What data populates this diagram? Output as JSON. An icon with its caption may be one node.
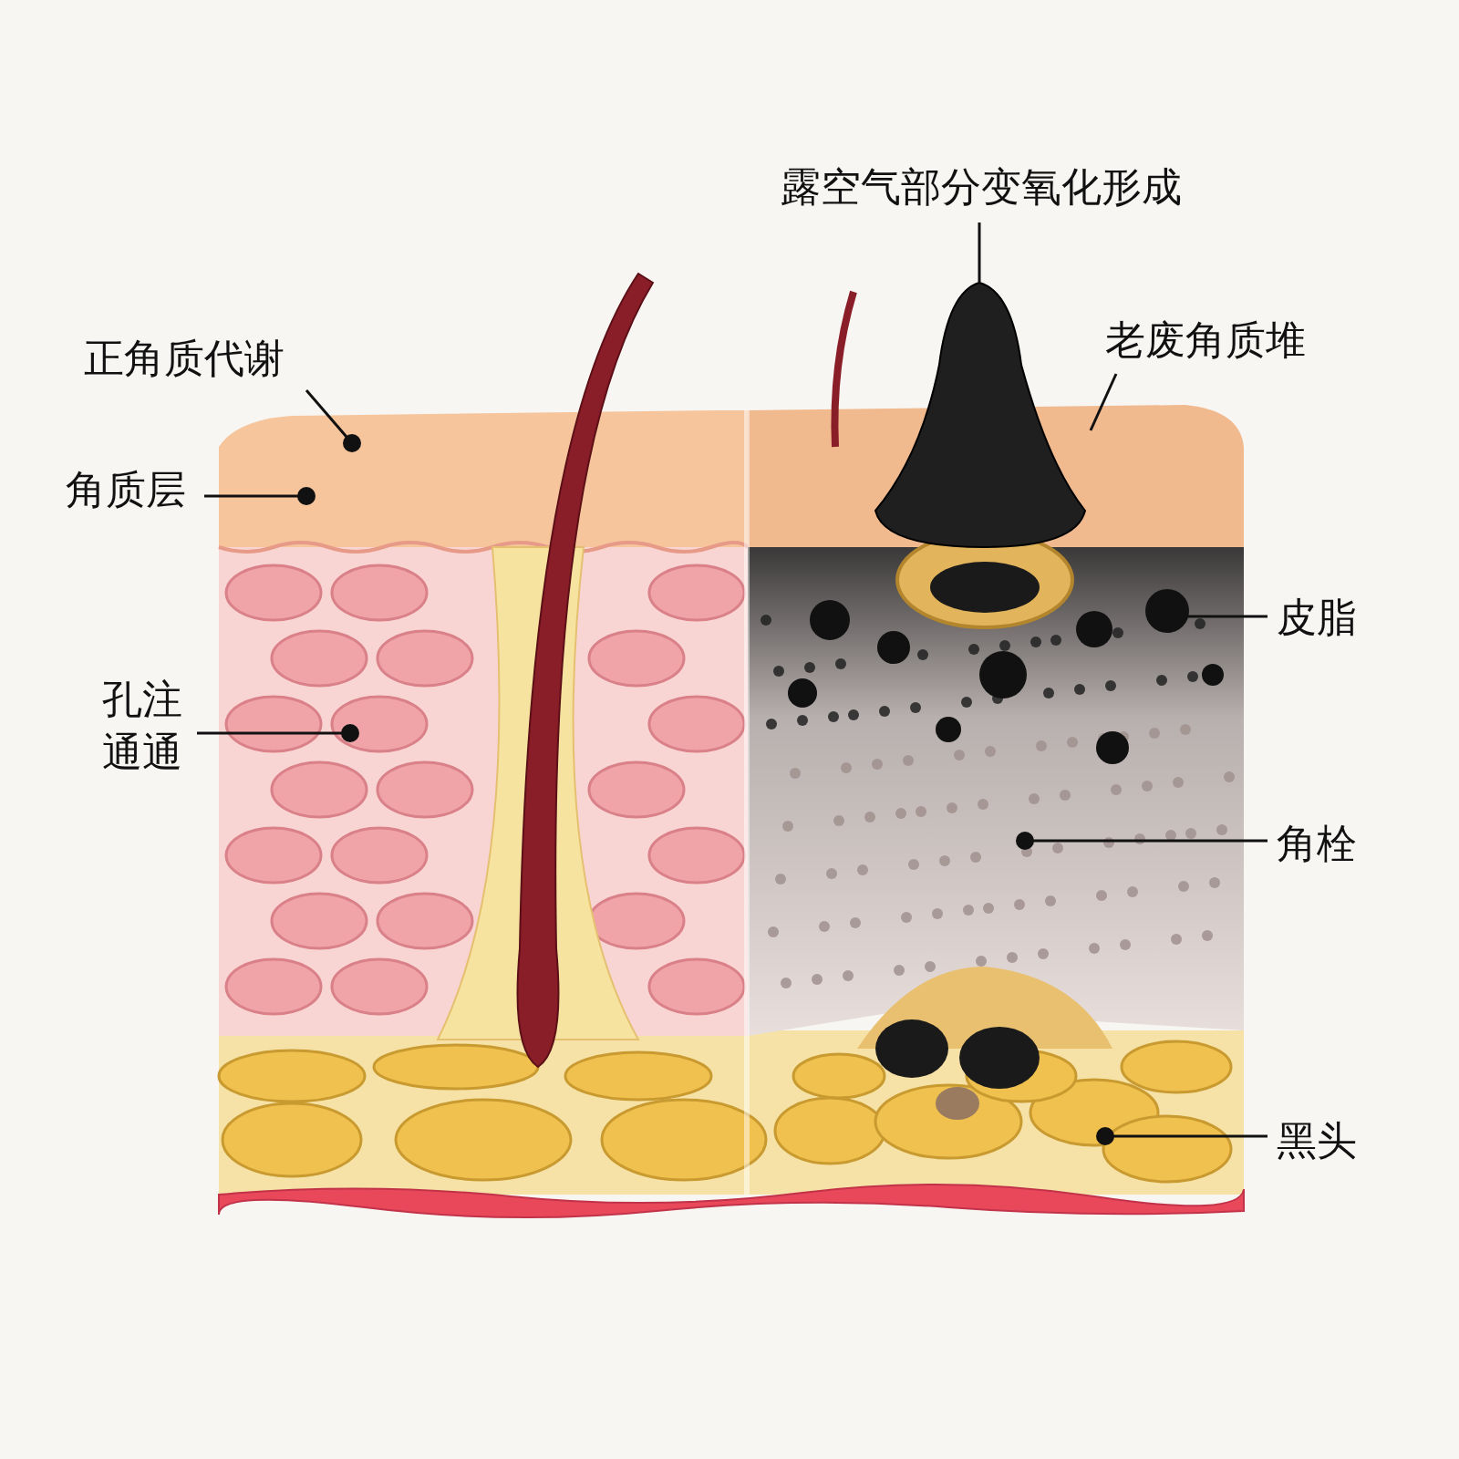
{
  "diagram": {
    "nodes": [
      {
        "text": [
          "露空气部分变氧化形成"
        ]
      },
      {
        "text": [
          "老废角质堆"
        ]
      },
      {
        "text": [
          "正角质代谢"
        ]
      },
      {
        "text": [
          "角质层"
        ]
      },
      {
        "text": [
          "皮脂"
        ]
      },
      {
        "text": [
          "孔注通通"
        ]
      },
      {
        "text": [
          "角栓"
        ]
      },
      {
        "text": [
          "黑头"
        ]
      }
    ],
    "edges": [
      {
        "from": 0,
        "to": null,
        "arrow": "none"
      },
      {
        "from": 1,
        "to": null,
        "arrow": "none"
      },
      {
        "from": 2,
        "to": null,
        "arrow": "other"
      },
      {
        "from": 3,
        "to": null,
        "arrow": "other"
      },
      {
        "from": 4,
        "to": null,
        "arrow": "none"
      },
      {
        "from": 5,
        "to": null,
        "arrow": "other"
      },
      {
        "from": 6,
        "to": null,
        "arrow": "other"
      },
      {
        "from": 7,
        "to": null,
        "arrow": "other"
      }
    ]
  }
}
